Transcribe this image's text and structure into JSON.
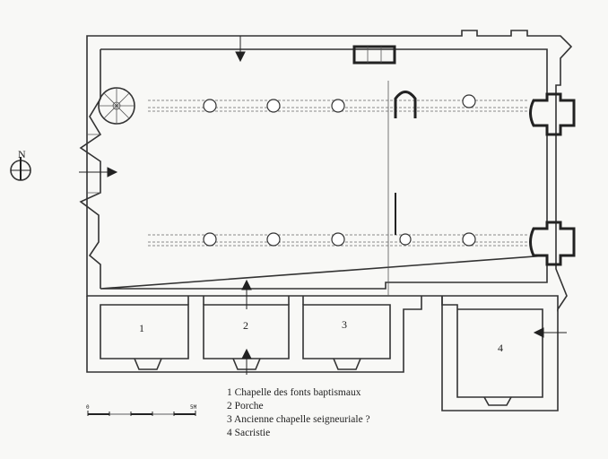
{
  "compass": {
    "north_label": "N"
  },
  "rooms": [
    {
      "number": "1",
      "name": "Chapelle des fonts baptismaux"
    },
    {
      "number": "2",
      "name": "Porche"
    },
    {
      "number": "3",
      "name": "Ancienne chapelle seigneuriale ?"
    },
    {
      "number": "4",
      "name": "Sacristie"
    }
  ],
  "legend": [
    "1 Chapelle des fonts baptismaux",
    "2 Porche",
    "3 Ancienne chapelle seigneuriale ?",
    "4 Sacristie"
  ],
  "scale_bar": {
    "start_label": "0",
    "end_label": "5M"
  }
}
